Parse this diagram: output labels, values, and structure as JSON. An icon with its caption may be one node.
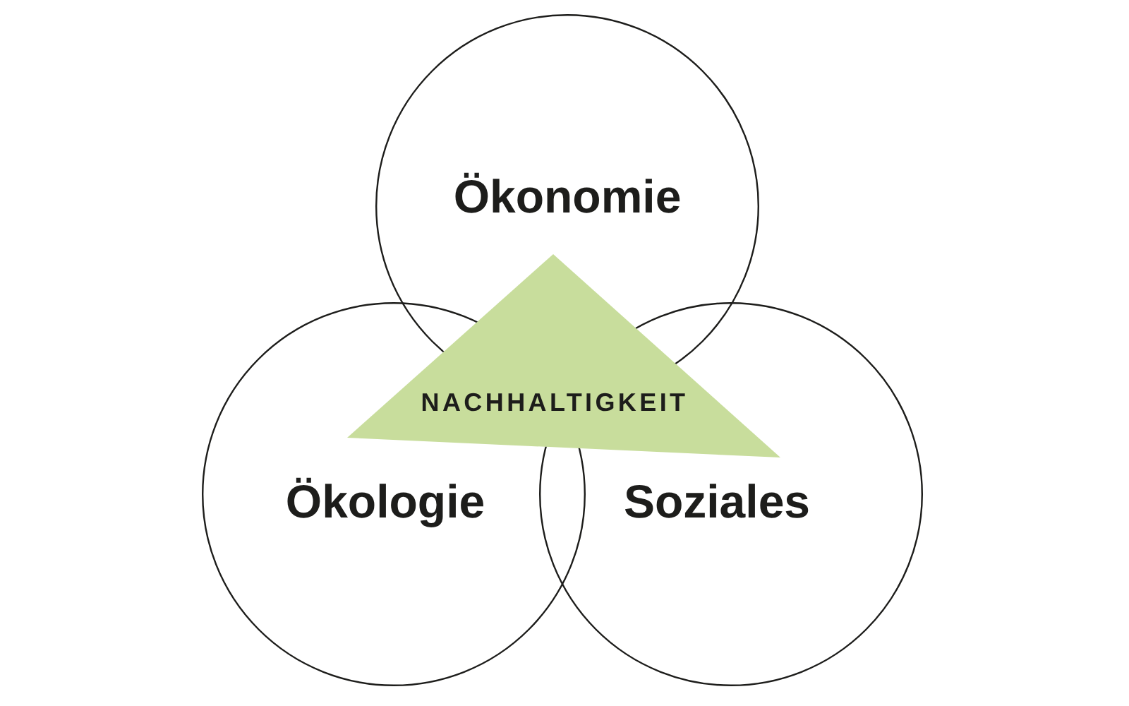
{
  "diagram": {
    "nodes": [
      {
        "text": [
          "Ökonomie"
        ]
      },
      {
        "text": [
          "NACHHALTIGKEIT"
        ]
      },
      {
        "text": [
          "Ökologie"
        ]
      },
      {
        "text": [
          "Soziales"
        ]
      }
    ]
  }
}
